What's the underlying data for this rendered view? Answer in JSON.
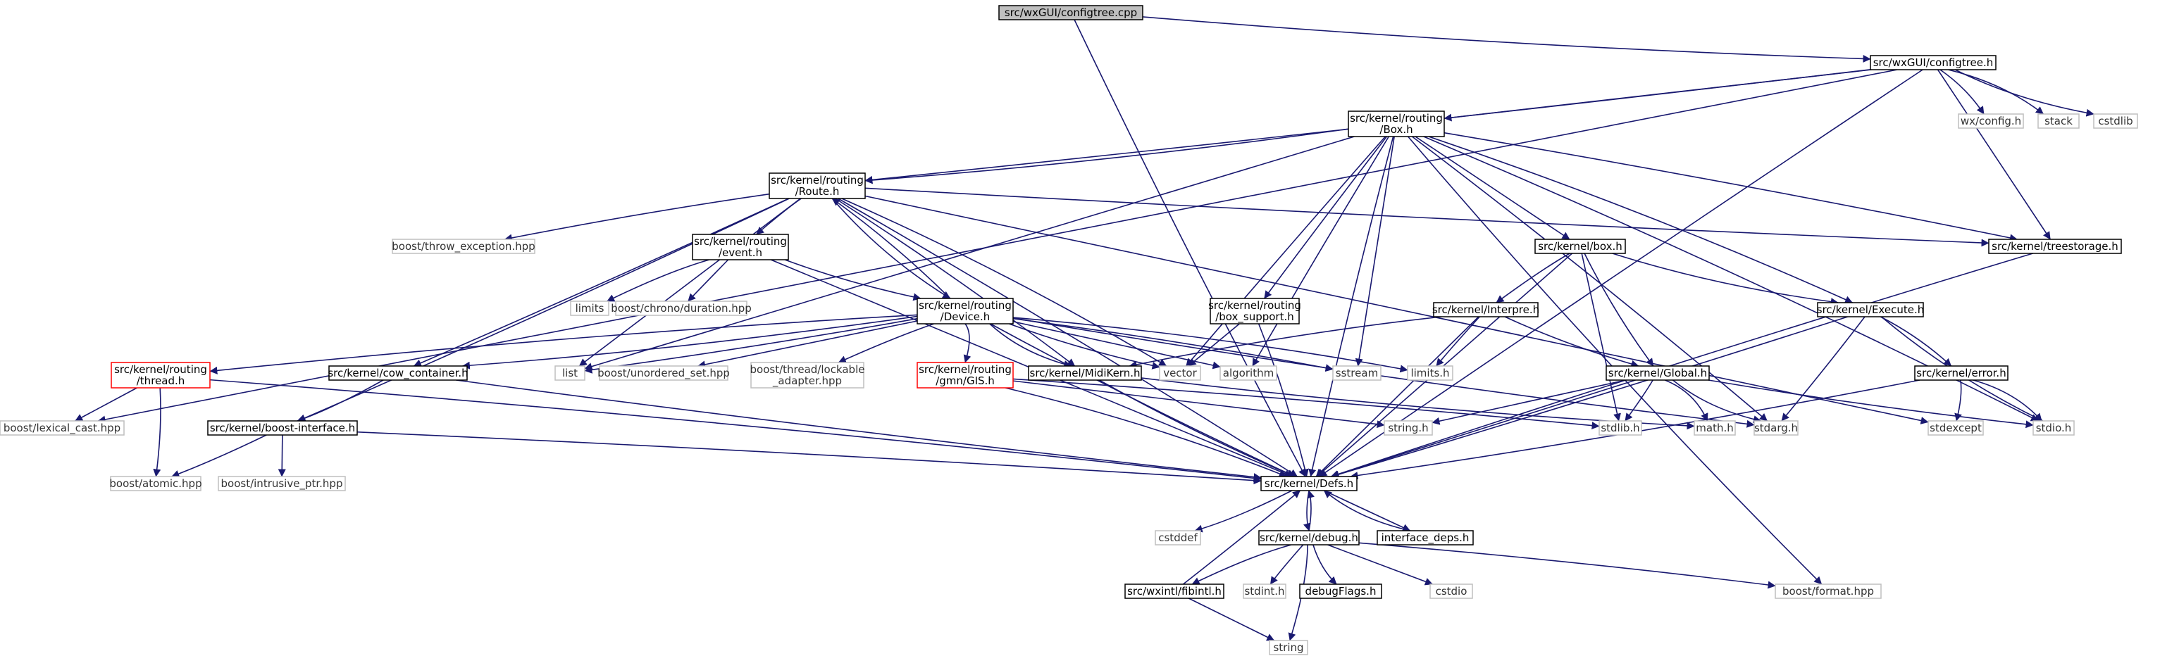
{
  "nodes": [
    {
      "id": "root",
      "lines": [
        "src/wxGUI/configtree.cpp"
      ],
      "kind": "root"
    },
    {
      "id": "configtree_h",
      "lines": [
        "src/wxGUI/configtree.h"
      ],
      "kind": "local"
    },
    {
      "id": "box_h_routing",
      "lines": [
        "src/kernel/routing",
        "/Box.h"
      ],
      "kind": "local"
    },
    {
      "id": "wxconfig",
      "lines": [
        "wx/config.h"
      ],
      "kind": "system"
    },
    {
      "id": "stack",
      "lines": [
        "stack"
      ],
      "kind": "system"
    },
    {
      "id": "cstdlib",
      "lines": [
        "cstdlib"
      ],
      "kind": "system"
    },
    {
      "id": "route_h",
      "lines": [
        "src/kernel/routing",
        "/Route.h"
      ],
      "kind": "local"
    },
    {
      "id": "throw_exc",
      "lines": [
        "boost/throw_exception.hpp"
      ],
      "kind": "system"
    },
    {
      "id": "event_h",
      "lines": [
        "src/kernel/routing",
        "/event.h"
      ],
      "kind": "local"
    },
    {
      "id": "limits",
      "lines": [
        "limits"
      ],
      "kind": "system"
    },
    {
      "id": "chrono",
      "lines": [
        "boost/chrono/duration.hpp"
      ],
      "kind": "system"
    },
    {
      "id": "device_h",
      "lines": [
        "src/kernel/routing",
        "/Device.h"
      ],
      "kind": "local"
    },
    {
      "id": "box_support",
      "lines": [
        "src/kernel/routing",
        "/box_support.h"
      ],
      "kind": "local"
    },
    {
      "id": "kbox_h",
      "lines": [
        "src/kernel/box.h"
      ],
      "kind": "local"
    },
    {
      "id": "treestorage",
      "lines": [
        "src/kernel/treestorage.h"
      ],
      "kind": "local"
    },
    {
      "id": "interpre",
      "lines": [
        "src/kernel/Interpre.h"
      ],
      "kind": "local"
    },
    {
      "id": "execute",
      "lines": [
        "src/kernel/Execute.h"
      ],
      "kind": "local"
    },
    {
      "id": "thread_h",
      "lines": [
        "src/kernel/routing",
        "/thread.h"
      ],
      "kind": "missing"
    },
    {
      "id": "cow",
      "lines": [
        "src/kernel/cow_container.h"
      ],
      "kind": "local"
    },
    {
      "id": "list",
      "lines": [
        "list"
      ],
      "kind": "system"
    },
    {
      "id": "unordered",
      "lines": [
        "boost/unordered_set.hpp"
      ],
      "kind": "system"
    },
    {
      "id": "lockable",
      "lines": [
        "boost/thread/lockable",
        "_adapter.hpp"
      ],
      "kind": "system"
    },
    {
      "id": "gis",
      "lines": [
        "src/kernel/routing",
        "/gmn/GIS.h"
      ],
      "kind": "missing"
    },
    {
      "id": "midikern",
      "lines": [
        "src/kernel/MidiKern.h"
      ],
      "kind": "local"
    },
    {
      "id": "vector",
      "lines": [
        "vector"
      ],
      "kind": "system"
    },
    {
      "id": "algorithm",
      "lines": [
        "algorithm"
      ],
      "kind": "system"
    },
    {
      "id": "sstream",
      "lines": [
        "sstream"
      ],
      "kind": "system"
    },
    {
      "id": "limits_h",
      "lines": [
        "limits.h"
      ],
      "kind": "system"
    },
    {
      "id": "global",
      "lines": [
        "src/kernel/Global.h"
      ],
      "kind": "local"
    },
    {
      "id": "error_h",
      "lines": [
        "src/kernel/error.h"
      ],
      "kind": "local"
    },
    {
      "id": "lexical",
      "lines": [
        "boost/lexical_cast.hpp"
      ],
      "kind": "system"
    },
    {
      "id": "boostif",
      "lines": [
        "src/kernel/boost-interface.h"
      ],
      "kind": "local"
    },
    {
      "id": "string_h",
      "lines": [
        "string.h"
      ],
      "kind": "system"
    },
    {
      "id": "stdlib_h",
      "lines": [
        "stdlib.h"
      ],
      "kind": "system"
    },
    {
      "id": "math_h",
      "lines": [
        "math.h"
      ],
      "kind": "system"
    },
    {
      "id": "stdarg",
      "lines": [
        "stdarg.h"
      ],
      "kind": "system"
    },
    {
      "id": "stdexcept",
      "lines": [
        "stdexcept"
      ],
      "kind": "system"
    },
    {
      "id": "stdio_h",
      "lines": [
        "stdio.h"
      ],
      "kind": "system"
    },
    {
      "id": "atomic",
      "lines": [
        "boost/atomic.hpp"
      ],
      "kind": "system"
    },
    {
      "id": "intrusive",
      "lines": [
        "boost/intrusive_ptr.hpp"
      ],
      "kind": "system"
    },
    {
      "id": "defs",
      "lines": [
        "src/kernel/Defs.h"
      ],
      "kind": "local"
    },
    {
      "id": "cstddef",
      "lines": [
        "cstddef"
      ],
      "kind": "system"
    },
    {
      "id": "debug_h",
      "lines": [
        "src/kernel/debug.h"
      ],
      "kind": "local"
    },
    {
      "id": "ifdeps",
      "lines": [
        "interface_deps.h"
      ],
      "kind": "local"
    },
    {
      "id": "fibintl",
      "lines": [
        "src/wxintl/fibintl.h"
      ],
      "kind": "local"
    },
    {
      "id": "stdint",
      "lines": [
        "stdint.h"
      ],
      "kind": "system"
    },
    {
      "id": "debugflags",
      "lines": [
        "debugFlags.h"
      ],
      "kind": "local"
    },
    {
      "id": "cstdio",
      "lines": [
        "cstdio"
      ],
      "kind": "system"
    },
    {
      "id": "format",
      "lines": [
        "boost/format.hpp"
      ],
      "kind": "system"
    },
    {
      "id": "string",
      "lines": [
        "string"
      ],
      "kind": "system"
    }
  ],
  "edges": [
    [
      "root",
      "configtree_h"
    ],
    [
      "root",
      "defs"
    ],
    [
      "configtree_h",
      "box_h_routing"
    ],
    [
      "configtree_h",
      "wxconfig"
    ],
    [
      "configtree_h",
      "stack"
    ],
    [
      "configtree_h",
      "cstdlib"
    ],
    [
      "configtree_h",
      "route_h"
    ],
    [
      "configtree_h",
      "treestorage"
    ],
    [
      "configtree_h",
      "lexical"
    ],
    [
      "configtree_h",
      "defs"
    ],
    [
      "box_h_routing",
      "route_h"
    ],
    [
      "box_h_routing",
      "box_support"
    ],
    [
      "box_h_routing",
      "kbox_h"
    ],
    [
      "box_h_routing",
      "treestorage"
    ],
    [
      "box_h_routing",
      "execute"
    ],
    [
      "box_h_routing",
      "vector"
    ],
    [
      "box_h_routing",
      "algorithm"
    ],
    [
      "box_h_routing",
      "sstream"
    ],
    [
      "box_h_routing",
      "stdarg"
    ],
    [
      "box_h_routing",
      "stdio_h"
    ],
    [
      "box_h_routing",
      "format"
    ],
    [
      "box_h_routing",
      "defs"
    ],
    [
      "box_h_routing",
      "list"
    ],
    [
      "route_h",
      "throw_exc"
    ],
    [
      "route_h",
      "event_h"
    ],
    [
      "route_h",
      "device_h"
    ],
    [
      "route_h",
      "cow"
    ],
    [
      "route_h",
      "list"
    ],
    [
      "route_h",
      "midikern"
    ],
    [
      "route_h",
      "vector"
    ],
    [
      "route_h",
      "boostif"
    ],
    [
      "route_h",
      "treestorage"
    ],
    [
      "route_h",
      "stdexcept"
    ],
    [
      "route_h",
      "defs"
    ],
    [
      "event_h",
      "limits"
    ],
    [
      "event_h",
      "chrono"
    ],
    [
      "event_h",
      "device_h"
    ],
    [
      "event_h",
      "defs"
    ],
    [
      "device_h",
      "route_h"
    ],
    [
      "device_h",
      "thread_h"
    ],
    [
      "device_h",
      "cow"
    ],
    [
      "device_h",
      "list"
    ],
    [
      "device_h",
      "unordered"
    ],
    [
      "device_h",
      "lockable"
    ],
    [
      "device_h",
      "gis"
    ],
    [
      "device_h",
      "midikern"
    ],
    [
      "device_h",
      "vector"
    ],
    [
      "device_h",
      "algorithm"
    ],
    [
      "device_h",
      "sstream"
    ],
    [
      "device_h",
      "limits_h"
    ],
    [
      "device_h",
      "stdarg"
    ],
    [
      "device_h",
      "defs"
    ],
    [
      "box_support",
      "vector"
    ],
    [
      "box_support",
      "defs"
    ],
    [
      "kbox_h",
      "interpre"
    ],
    [
      "kbox_h",
      "execute"
    ],
    [
      "kbox_h",
      "global"
    ],
    [
      "kbox_h",
      "stdlib_h"
    ],
    [
      "kbox_h",
      "defs"
    ],
    [
      "interpre",
      "midikern"
    ],
    [
      "interpre",
      "limits_h"
    ],
    [
      "interpre",
      "global"
    ],
    [
      "interpre",
      "defs"
    ],
    [
      "execute",
      "error_h"
    ],
    [
      "execute",
      "stdarg"
    ],
    [
      "execute",
      "stdio_h"
    ],
    [
      "execute",
      "defs"
    ],
    [
      "thread_h",
      "lexical"
    ],
    [
      "thread_h",
      "atomic"
    ],
    [
      "thread_h",
      "defs"
    ],
    [
      "cow",
      "boostif"
    ],
    [
      "cow",
      "defs"
    ],
    [
      "gis",
      "string_h"
    ],
    [
      "gis",
      "stdlib_h"
    ],
    [
      "gis",
      "defs"
    ],
    [
      "midikern",
      "math_h"
    ],
    [
      "midikern",
      "defs"
    ],
    [
      "global",
      "string_h"
    ],
    [
      "global",
      "stdlib_h"
    ],
    [
      "global",
      "math_h"
    ],
    [
      "global",
      "stdarg"
    ],
    [
      "global",
      "stdio_h"
    ],
    [
      "global",
      "defs"
    ],
    [
      "error_h",
      "stdexcept"
    ],
    [
      "error_h",
      "stdio_h"
    ],
    [
      "error_h",
      "defs"
    ],
    [
      "boostif",
      "atomic"
    ],
    [
      "boostif",
      "intrusive"
    ],
    [
      "boostif",
      "defs"
    ],
    [
      "treestorage",
      "defs"
    ],
    [
      "defs",
      "cstddef"
    ],
    [
      "defs",
      "debug_h"
    ],
    [
      "defs",
      "ifdeps"
    ],
    [
      "debug_h",
      "defs"
    ],
    [
      "debug_h",
      "fibintl"
    ],
    [
      "debug_h",
      "stdint"
    ],
    [
      "debug_h",
      "debugflags"
    ],
    [
      "debug_h",
      "cstdio"
    ],
    [
      "debug_h",
      "format"
    ],
    [
      "debug_h",
      "string"
    ],
    [
      "ifdeps",
      "defs"
    ],
    [
      "fibintl",
      "defs"
    ],
    [
      "fibintl",
      "string"
    ]
  ],
  "colors": {
    "edge": "#191970",
    "missing_border": "#ff0000",
    "system_border": "#bfbfbf",
    "root_fill": "#bfbfbf"
  }
}
